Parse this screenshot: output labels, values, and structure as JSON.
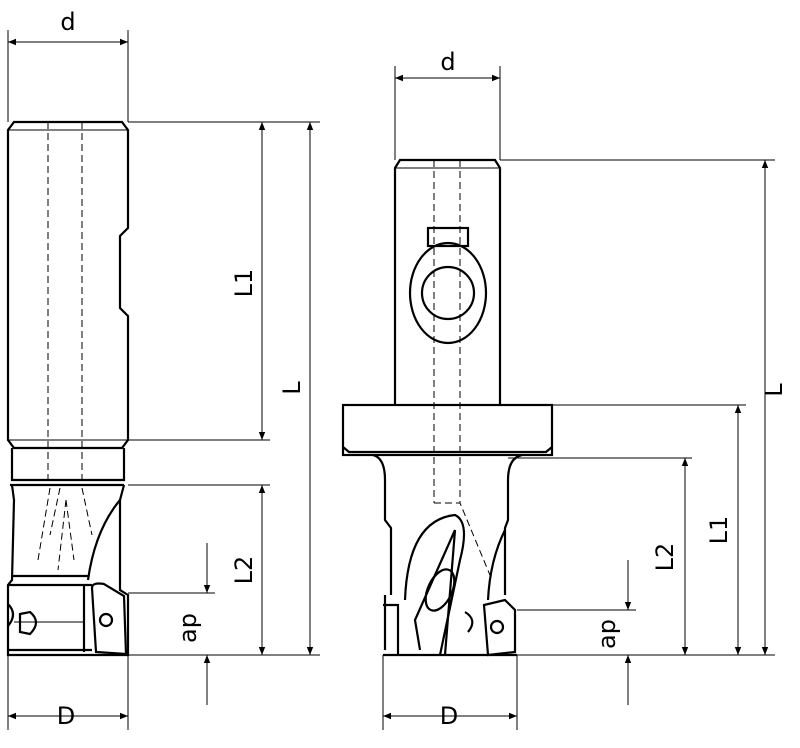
{
  "left_tool": {
    "labels": {
      "d": "d",
      "L1": "L1",
      "L": "L",
      "L2": "L2",
      "ap": "ap",
      "D": "D"
    }
  },
  "right_tool": {
    "labels": {
      "d": "d",
      "L": "L",
      "L1": "L1",
      "L2": "L2",
      "ap": "ap",
      "D": "D"
    }
  },
  "colors": {
    "line": "#000000",
    "background": "#ffffff"
  }
}
